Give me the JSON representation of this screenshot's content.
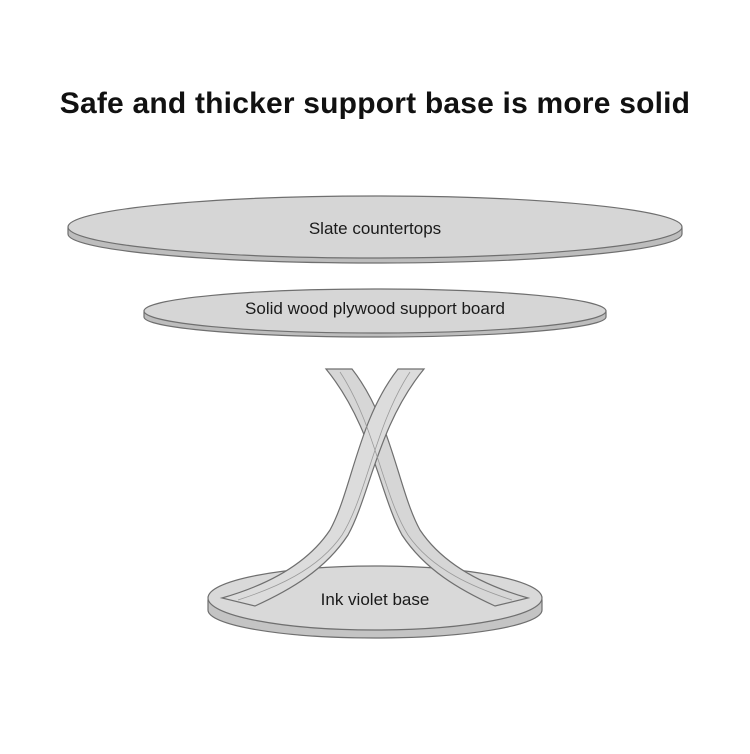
{
  "headline": "Safe and thicker support base is more solid",
  "diagram": {
    "colors": {
      "fill": "#d6d6d6",
      "fill_light": "#e2e2e2",
      "stroke": "#6f6f6f",
      "text": "#1a1a1a"
    },
    "parts": {
      "countertop": "Slate countertops",
      "support_board": "Solid wood plywood support board",
      "base": "Ink violet base"
    }
  }
}
